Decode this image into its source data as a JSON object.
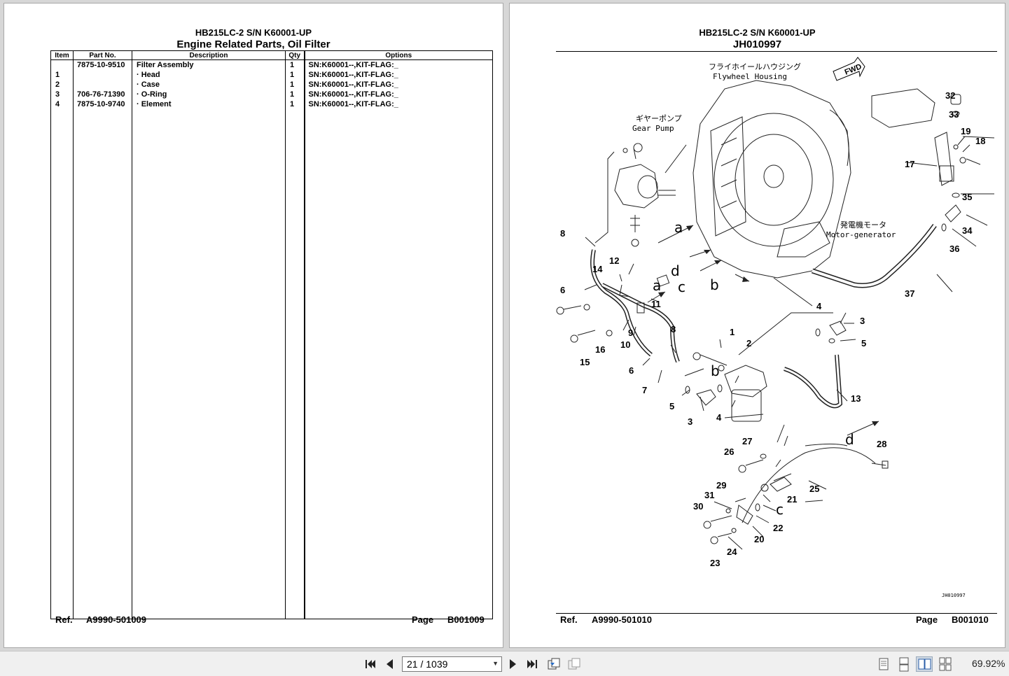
{
  "left_page": {
    "title_model": "HB215LC-2 S/N K60001-UP",
    "title_section": "Engine Related Parts, Oil Filter",
    "columns": [
      "Item",
      "Part No.",
      "Description",
      "Qty",
      "Options"
    ],
    "rows": [
      {
        "item": "",
        "part": "7875-10-9510",
        "desc": "Filter Assembly",
        "qty": "1",
        "options": "SN:K60001--,KIT-FLAG:_"
      },
      {
        "item": "1",
        "part": "",
        "desc": "· Head",
        "qty": "1",
        "options": "SN:K60001--,KIT-FLAG:_"
      },
      {
        "item": "2",
        "part": "",
        "desc": "· Case",
        "qty": "1",
        "options": "SN:K60001--,KIT-FLAG:_"
      },
      {
        "item": "3",
        "part": "706-76-71390",
        "desc": "· O-Ring",
        "qty": "1",
        "options": "SN:K60001--,KIT-FLAG:_"
      },
      {
        "item": "4",
        "part": "7875-10-9740",
        "desc": "· Element",
        "qty": "1",
        "options": "SN:K60001--,KIT-FLAG:_"
      }
    ],
    "ref_label": "Ref.",
    "ref_value": "A9990-501009",
    "page_label": "Page",
    "page_value": "B001009"
  },
  "right_page": {
    "title_model": "HB215LC-2 S/N K60001-UP",
    "title_code": "JH010997",
    "ref_label": "Ref.",
    "ref_value": "A9990-501010",
    "page_label": "Page",
    "page_value": "B001010",
    "diagram": {
      "flywheel_jp": "フライホイールハウジング",
      "flywheel_en": "Flywheel Housing",
      "gearpump_jp": "ギヤーポンプ",
      "gearpump_en": "Gear Pump",
      "motorgen_jp": "発電機モータ",
      "motorgen_en": "Motor-generator",
      "fwd": "FWD",
      "drawing_code": "JH010997",
      "callouts": [
        "1",
        "2",
        "3",
        "3",
        "4",
        "4",
        "5",
        "5",
        "6",
        "6",
        "7",
        "8",
        "8",
        "9",
        "10",
        "11",
        "12",
        "13",
        "14",
        "15",
        "16",
        "17",
        "18",
        "19",
        "20",
        "21",
        "22",
        "23",
        "24",
        "25",
        "26",
        "27",
        "28",
        "29",
        "30",
        "31",
        "32",
        "33",
        "34",
        "35",
        "36",
        "37"
      ],
      "refs": [
        "a",
        "a",
        "b",
        "b",
        "c",
        "c",
        "d",
        "d"
      ]
    }
  },
  "toolbar": {
    "page_current": "21 / 1039",
    "zoom": "69.92%"
  }
}
